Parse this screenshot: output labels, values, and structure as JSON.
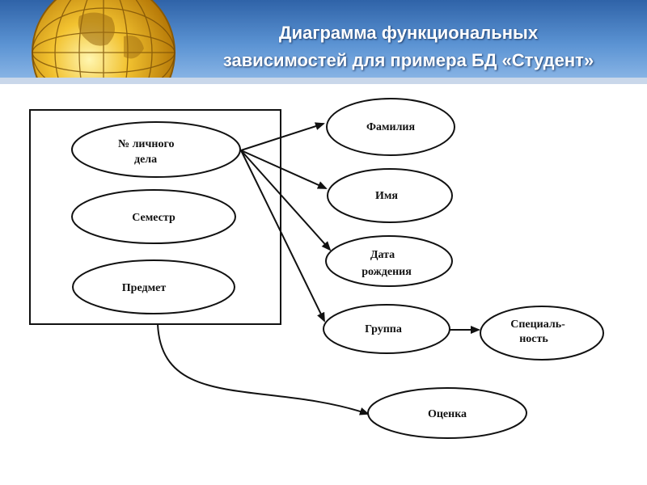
{
  "title": {
    "line1": "Диаграмма функциональных",
    "line2": "зависимостей для примера БД «Студент»"
  },
  "icons": {
    "globe": "globe-icon"
  },
  "nodes": {
    "lichnoe_delo": {
      "line1": "№ личного",
      "line2": "дела"
    },
    "semestr": "Семестр",
    "predmet": "Предмет",
    "familiya": "Фамилия",
    "imya": "Имя",
    "data_rozhdeniya": {
      "line1": "Дата",
      "line2": "рождения"
    },
    "gruppa": "Группа",
    "specialnost": {
      "line1": "Специаль-",
      "line2": "ность"
    },
    "ocenka": "Оценка"
  },
  "edges": [
    {
      "from": "lichnoe_delo",
      "to": "familiya"
    },
    {
      "from": "lichnoe_delo",
      "to": "imya"
    },
    {
      "from": "lichnoe_delo",
      "to": "data_rozhdeniya"
    },
    {
      "from": "lichnoe_delo",
      "to": "gruppa"
    },
    {
      "from": "gruppa",
      "to": "specialnost"
    },
    {
      "from": "composite_key",
      "to": "ocenka"
    }
  ]
}
